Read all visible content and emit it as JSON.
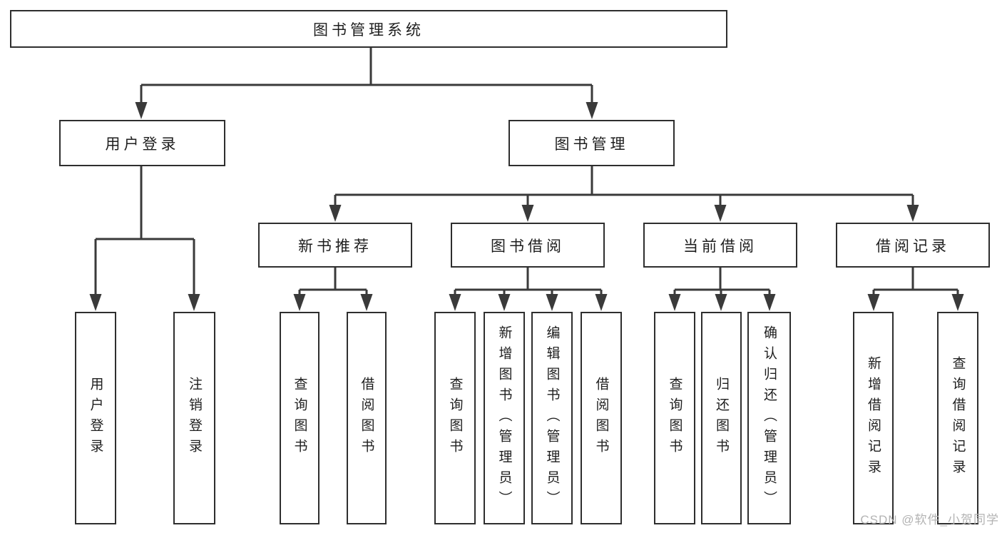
{
  "colors": {
    "line": "#3a3a3a",
    "box_border": "#2e2e2e",
    "text": "#1e1e1e",
    "watermark_text": "#b3b3b3",
    "background": "#ffffff"
  },
  "root": {
    "label": "图书管理系统"
  },
  "modules": [
    {
      "label": "用户登录",
      "children": [
        {
          "label": "用户登录"
        },
        {
          "label": "注销登录"
        }
      ]
    },
    {
      "label": "图书管理",
      "submodules": [
        {
          "label": "新书推荐",
          "children": [
            {
              "label": "查询图书"
            },
            {
              "label": "借阅图书"
            }
          ]
        },
        {
          "label": "图书借阅",
          "children": [
            {
              "label": "查询图书"
            },
            {
              "label": "新增图书（管理员）"
            },
            {
              "label": "编辑图书（管理员）"
            },
            {
              "label": "借阅图书"
            }
          ]
        },
        {
          "label": "当前借阅",
          "children": [
            {
              "label": "查询图书"
            },
            {
              "label": "归还图书"
            },
            {
              "label": "确认归还（管理员）"
            }
          ]
        },
        {
          "label": "借阅记录",
          "children": [
            {
              "label": "新增借阅记录"
            },
            {
              "label": "查询借阅记录"
            }
          ]
        }
      ]
    }
  ],
  "watermark": {
    "text": "CSDN @软件_小贺同学"
  }
}
